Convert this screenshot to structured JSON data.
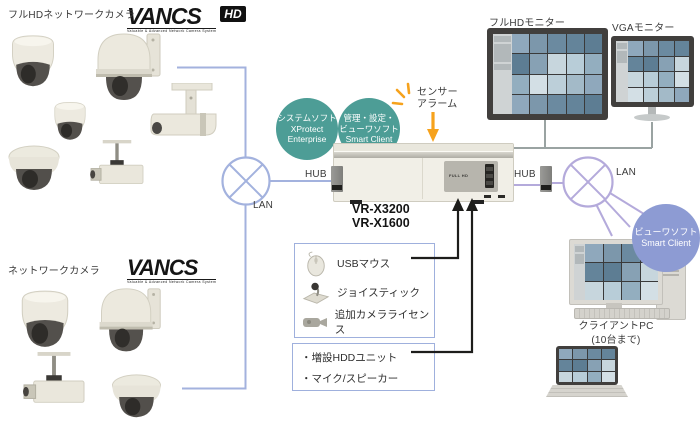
{
  "header": {
    "fullhd_cameras_label": "フルHDネットワークカメラ",
    "network_cameras_label": "ネットワークカメラ"
  },
  "logos": {
    "vancs": "VANCS",
    "hd": "HD",
    "tagline": "Valuable & Advanced Network Camera System"
  },
  "badges": {
    "xprotect": {
      "line1": "システムソフト",
      "line2": "XProtect",
      "line3": "Enterprise"
    },
    "smart_client_admin": {
      "line1": "管理・設定・",
      "line2": "ビューワソフト",
      "line3": "Smart Client"
    },
    "smart_client_viewer": {
      "line1": "ビューワソフト",
      "line2": "Smart Client"
    }
  },
  "sensor": {
    "line1": "センサー",
    "line2": "アラーム"
  },
  "network": {
    "hub_left": "HUB",
    "hub_right": "HUB",
    "lan_left": "LAN",
    "lan_right": "LAN"
  },
  "recorder": {
    "model_1": "VR-X3200",
    "model_2": "VR-X1600",
    "panel_text": "FULL HD"
  },
  "monitors": {
    "fullhd_label": "フルHDモニター",
    "vga_label": "VGAモニター"
  },
  "client": {
    "pc_label": "クライアントPC",
    "pc_limit": "(10台まで)"
  },
  "peripherals_box": {
    "items": [
      {
        "icon": "usb-mouse-icon",
        "label": "USBマウス"
      },
      {
        "icon": "joystick-icon",
        "label": "ジョイスティック"
      },
      {
        "icon": "camera-license-icon",
        "label": "追加カメラライセンス"
      }
    ]
  },
  "expansion_box": {
    "items": [
      {
        "label": "・増設HDDユニット"
      },
      {
        "label": "・マイク/スピーカー"
      }
    ]
  },
  "colors": {
    "blue_line": "#a3b2de",
    "lavender_line": "#b4aadb",
    "teal_badge": "#4d9d96",
    "periwinkle_badge": "#8d9bd3",
    "orange": "#f6a21c",
    "black_line": "#1d1d1b",
    "gray_line": "#9aa3a2",
    "thumbnails": [
      "#8fa8bc",
      "#b8cdd8",
      "#6b8aa0",
      "#d3dfe5",
      "#5d7d93",
      "#a3bac8",
      "#c7d6dd",
      "#7c97ab",
      "#93aebf",
      "#64849a",
      "#bccfd9",
      "#87a1b4"
    ]
  }
}
